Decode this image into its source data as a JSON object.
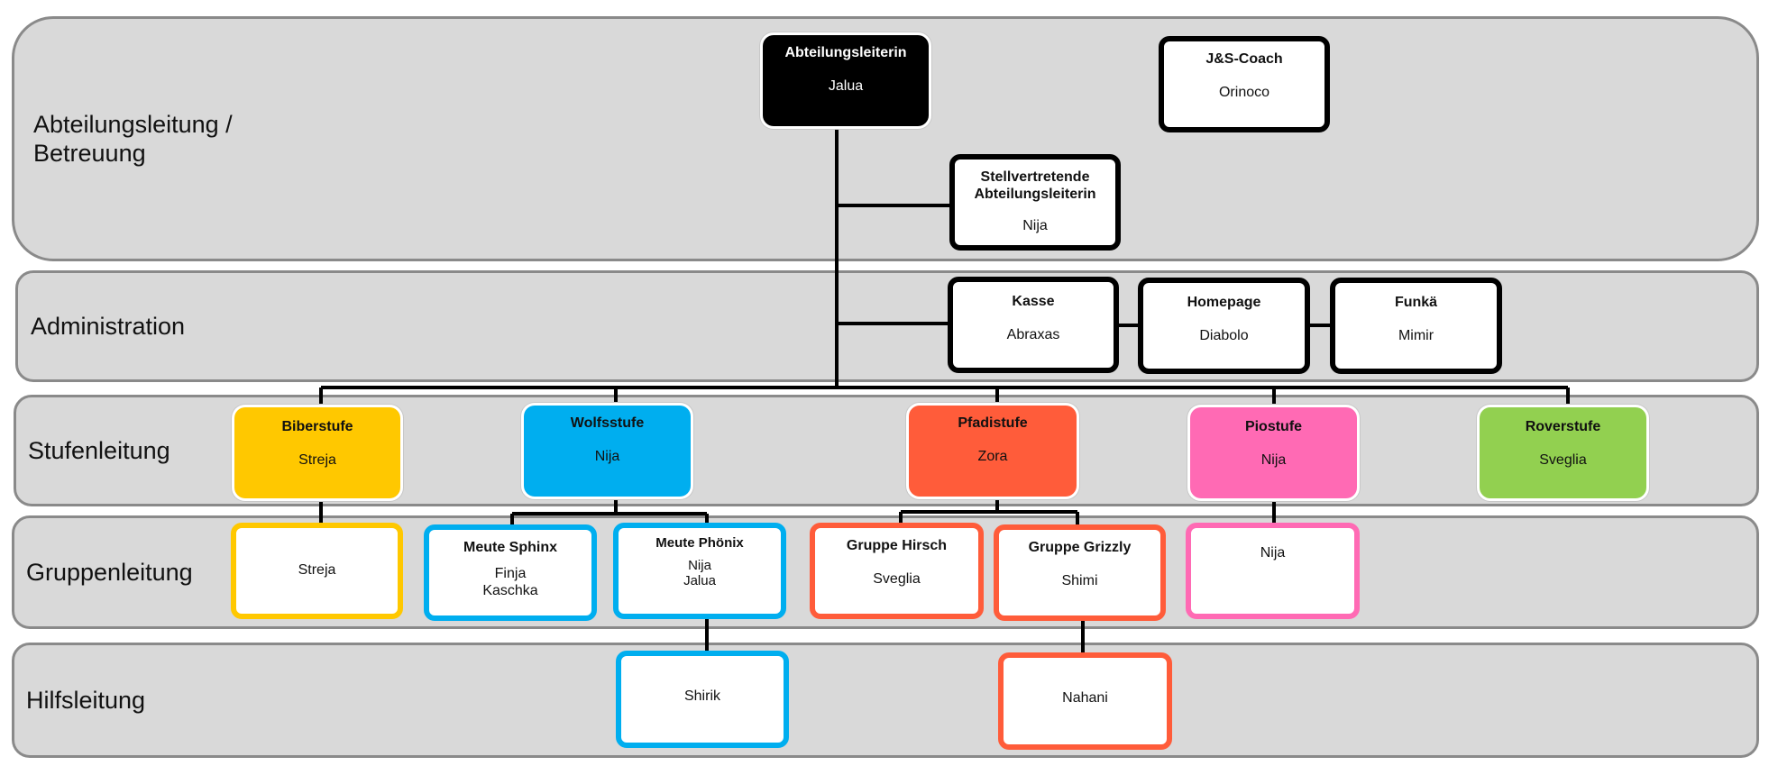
{
  "bands": {
    "leitung": "Abteilungsleitung /\nBetreuung",
    "administration": "Administration",
    "stufen": "Stufenleitung",
    "gruppen": "Gruppenleitung",
    "hilfs": "Hilfsleitung"
  },
  "colors": {
    "band_fill": "#d9d9d9",
    "biber": "#ffc800",
    "wolf": "#00aeef",
    "pfadi": "#ff5c3a",
    "pio": "#ff6ab4",
    "rover": "#92d050",
    "black": "#000000"
  },
  "leitung": {
    "abteilungsleiterin": {
      "title": "Abteilungsleiterin",
      "name": "Jalua"
    },
    "js_coach": {
      "title": "J&S-Coach",
      "name": "Orinoco"
    },
    "stellvertretende": {
      "title": "Stellvertretende\nAbteilungsleiterin",
      "name": "Nija"
    }
  },
  "administration": {
    "kasse": {
      "title": "Kasse",
      "name": "Abraxas"
    },
    "homepage": {
      "title": "Homepage",
      "name": "Diabolo"
    },
    "funka": {
      "title": "Funkä",
      "name": "Mimir"
    }
  },
  "stufen": {
    "biber": {
      "title": "Biberstufe",
      "name": "Streja"
    },
    "wolf": {
      "title": "Wolfsstufe",
      "name": "Nija"
    },
    "pfadi": {
      "title": "Pfadistufe",
      "name": "Zora"
    },
    "pio": {
      "title": "Piostufe",
      "name": "Nija"
    },
    "rover": {
      "title": "Roverstufe",
      "name": "Sveglia"
    }
  },
  "gruppen": {
    "biber": {
      "title": "",
      "name": "Streja"
    },
    "sphinx": {
      "title": "Meute Sphinx",
      "name": "Finja\nKaschka"
    },
    "phoenix": {
      "title": "Meute Phönix",
      "name": "Nija\nJalua"
    },
    "hirsch": {
      "title": "Gruppe Hirsch",
      "name": "Sveglia"
    },
    "grizzly": {
      "title": "Gruppe Grizzly",
      "name": "Shimi"
    },
    "pio": {
      "title": "",
      "name": "Nija"
    }
  },
  "hilfs": {
    "shirik": {
      "title": "",
      "name": "Shirik"
    },
    "nahani": {
      "title": "",
      "name": "Nahani"
    }
  }
}
